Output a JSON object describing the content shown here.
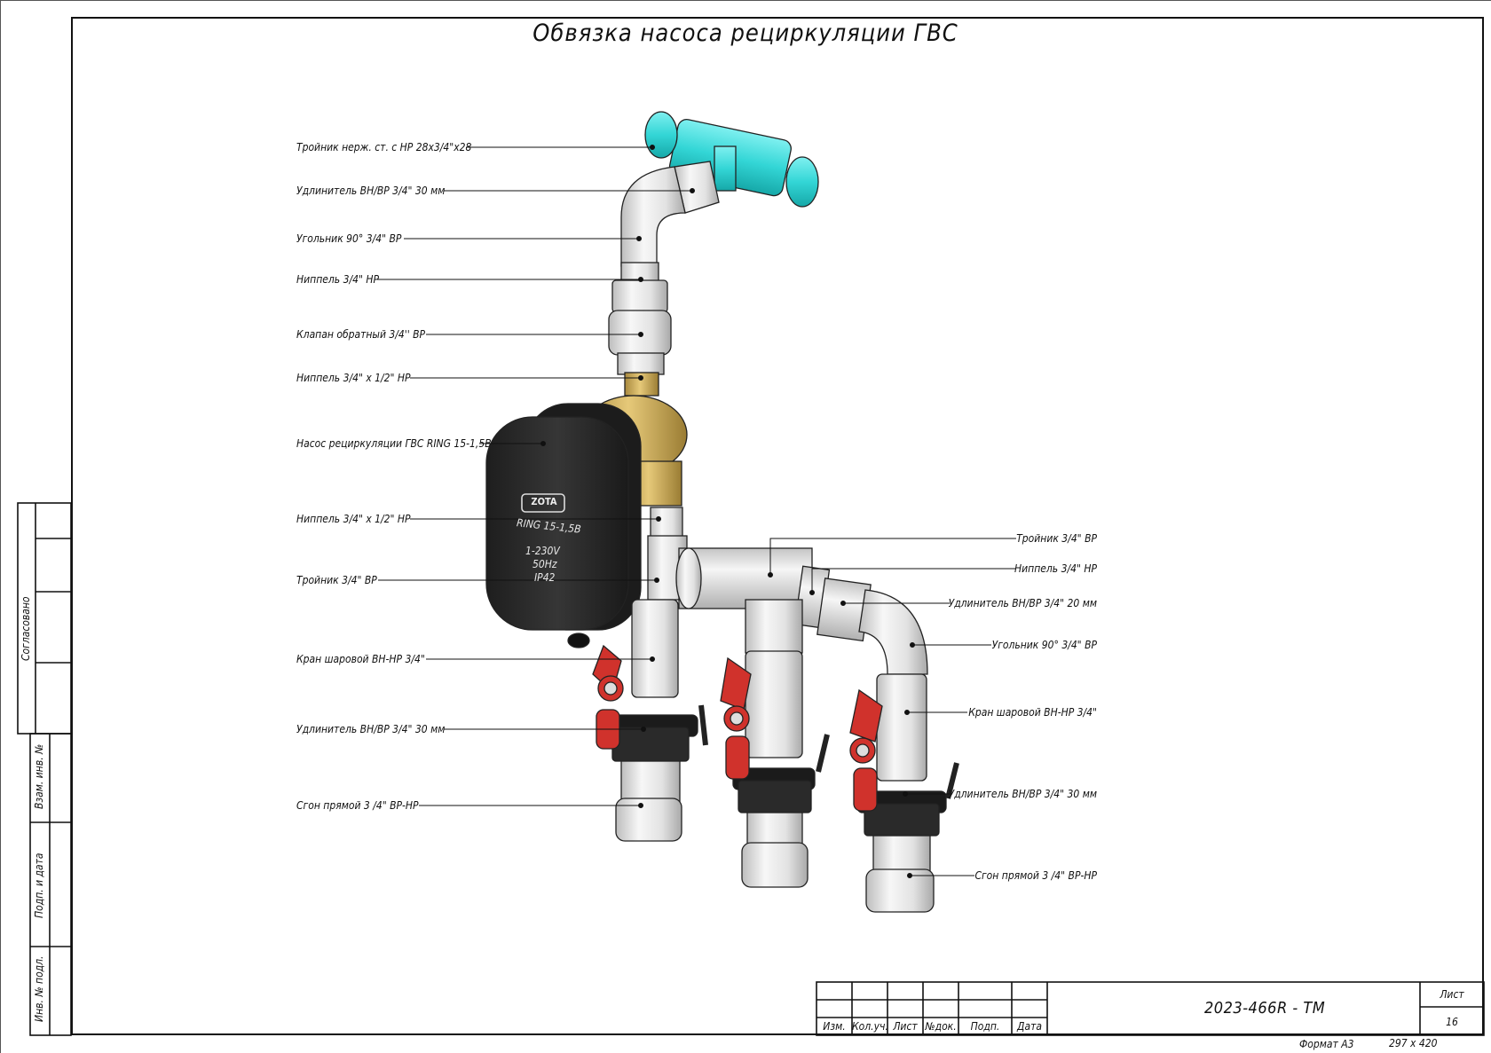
{
  "title": "Обвязка насоса рециркуляции ГВС",
  "pump": {
    "brand": "ZOTA",
    "model": "RING 15-1,5B",
    "specs": [
      "1-230V",
      "50Hz",
      "IP42"
    ]
  },
  "labels_left": [
    "Тройник нерж. ст. с НР 28х3/4\"х28",
    "Удлинитель ВН/ВР 3/4\" 30 мм",
    "Угольник 90° 3/4\" ВР",
    "Ниппель 3/4\" НР",
    "Клапан обратный 3/4'' ВР",
    "Ниппель 3/4\" х 1/2\" НР",
    "Насос рециркуляции ГВС RING 15-1,5В",
    "Ниппель 3/4\" х 1/2\" НР",
    "Тройник 3/4\" ВР",
    "Кран шаровой ВН-НР 3/4\"",
    "Удлинитель ВН/ВР 3/4\" 30 мм",
    "Сгон прямой 3 /4\" ВР-НР"
  ],
  "labels_right": [
    "Тройник 3/4\" ВР",
    "Ниппель 3/4\" НР",
    "Удлинитель ВН/ВР 3/4\" 20 мм",
    "Угольник 90° 3/4\" ВР",
    "Кран шаровой ВН-НР 3/4\"",
    "Удлинитель ВН/ВР 3/4\" 30 мм",
    "Сгон прямой 3 /4\" ВР-НР"
  ],
  "stamp_left": {
    "agreed": "Согласовано",
    "inv_replace": "Взам. инв. №",
    "sign_date": "Подп. и дата",
    "inv_orig": "Инв. № подл."
  },
  "title_block": {
    "cols": [
      "Изм.",
      "Кол.уч.",
      "Лист",
      "№док.",
      "Подп.",
      "Дата"
    ],
    "doc_code": "2023-466R - ТМ",
    "sheet_label": "Лист",
    "sheet_number": "16",
    "format": "Формат А3",
    "size": "297 х 420"
  },
  "colors": {
    "tee_cyan": "#33d6d6",
    "steel": "#e4e4e4",
    "brass": "#d3b25a",
    "pump_body": "#2b2b2b",
    "valve_red": "#d0322c"
  }
}
